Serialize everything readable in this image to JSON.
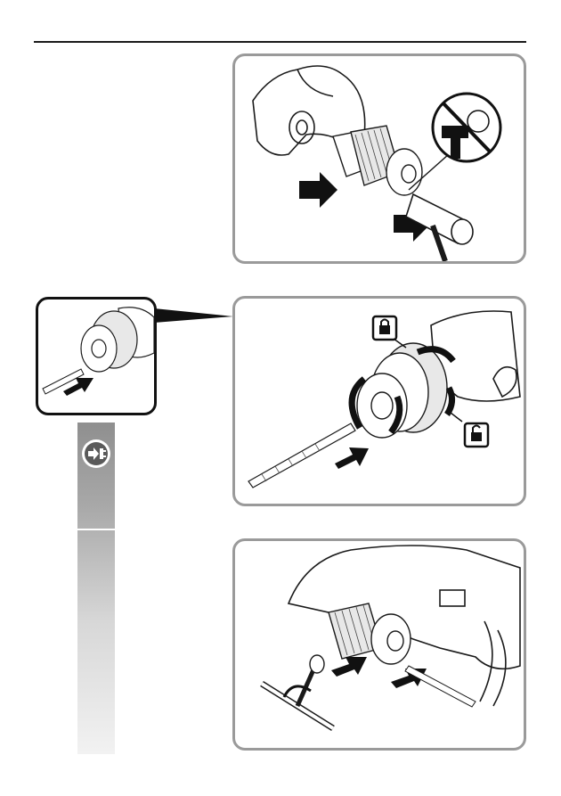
{
  "page": {
    "colors": {
      "panel_border": "#9a9a9a",
      "inset_border": "#111111",
      "sidebar_top": "#8f8f8f",
      "sidebar_bottom": "#f2f2f2",
      "ink": "#1a1a1a"
    }
  },
  "figures": [
    {
      "id": "fig-1",
      "icons": [
        "drill-body-icon",
        "chuck-icon",
        "push-arrow-icon",
        "no-hammer-sign-icon",
        "hammer-icon"
      ]
    },
    {
      "id": "fig-2",
      "icons": [
        "keyless-chuck-icon",
        "lock-icon",
        "unlock-icon",
        "rotate-arrow-icon",
        "drill-bit-icon",
        "push-arrow-icon"
      ]
    },
    {
      "id": "fig-3",
      "icons": [
        "drill-body-icon",
        "keyed-chuck-icon",
        "chuck-key-icon",
        "drill-bit-icon",
        "push-arrow-icon"
      ]
    }
  ],
  "sidebar": {
    "icon": "unplug-before-work-icon"
  }
}
